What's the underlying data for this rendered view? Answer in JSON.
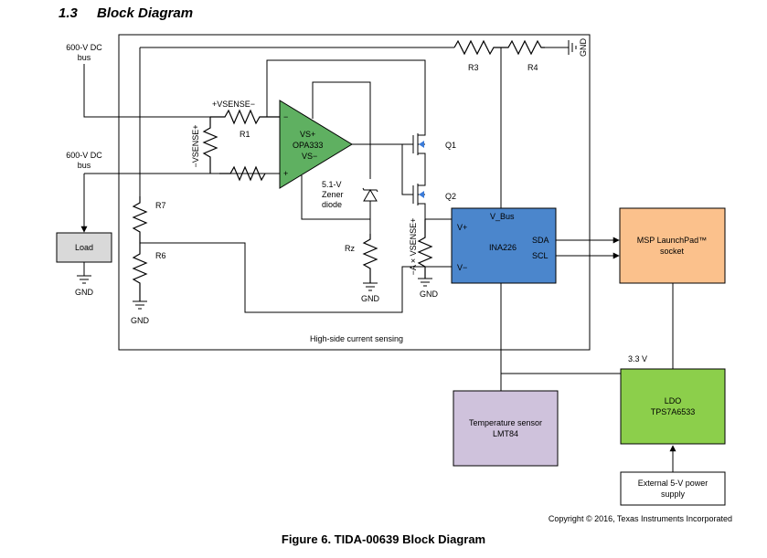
{
  "section": {
    "number": "1.3",
    "title": "Block Diagram"
  },
  "labels": {
    "bus_top_1": "600-V DC",
    "bus_top_2": "bus",
    "bus_mid_1": "600-V DC",
    "bus_mid_2": "bus",
    "load": "Load",
    "gnd": "GND",
    "r1": "R1",
    "r3": "R3",
    "r4": "R4",
    "r6": "R6",
    "r7": "R7",
    "rz": "Rz",
    "q1": "Q1",
    "q2": "Q2",
    "plus_vsense": "+VSENSE−",
    "minus_vsense": "−VSENSE+",
    "a_vsense": "−A × VSENSE+",
    "opa_name": "OPA333",
    "opa_vs_plus": "VS+",
    "opa_vs_minus": "VS−",
    "opa_minus": "−",
    "opa_plus": "+",
    "zener_1": "5.1-V",
    "zener_2": "Zener",
    "zener_3": "diode",
    "ina_vbus": "V_Bus",
    "ina_vplus": "V+",
    "ina_vminus": "V−",
    "ina_sda": "SDA",
    "ina_scl": "SCL",
    "ina_name": "INA226",
    "msp_1": "MSP LaunchPad™",
    "msp_2": "socket",
    "v33": "3.3 V",
    "ldo_1": "LDO",
    "ldo_2": "TPS7A6533",
    "temp_1": "Temperature sensor",
    "temp_2": "LMT84",
    "ext_1": "External 5-V power",
    "ext_2": "supply",
    "hs_label": "High-side current sensing"
  },
  "colors": {
    "opamp": "#5fb061",
    "ina": "#4b86cc",
    "msp": "#fbc18c",
    "ldo": "#8ccf4b",
    "temp": "#cfc2dc",
    "load": "#d9d9d9",
    "fet_arrow": "#3b7bd8"
  },
  "copyright": "Copyright © 2016, Texas Instruments Incorporated",
  "caption": "Figure 6. TIDA-00639 Block Diagram"
}
